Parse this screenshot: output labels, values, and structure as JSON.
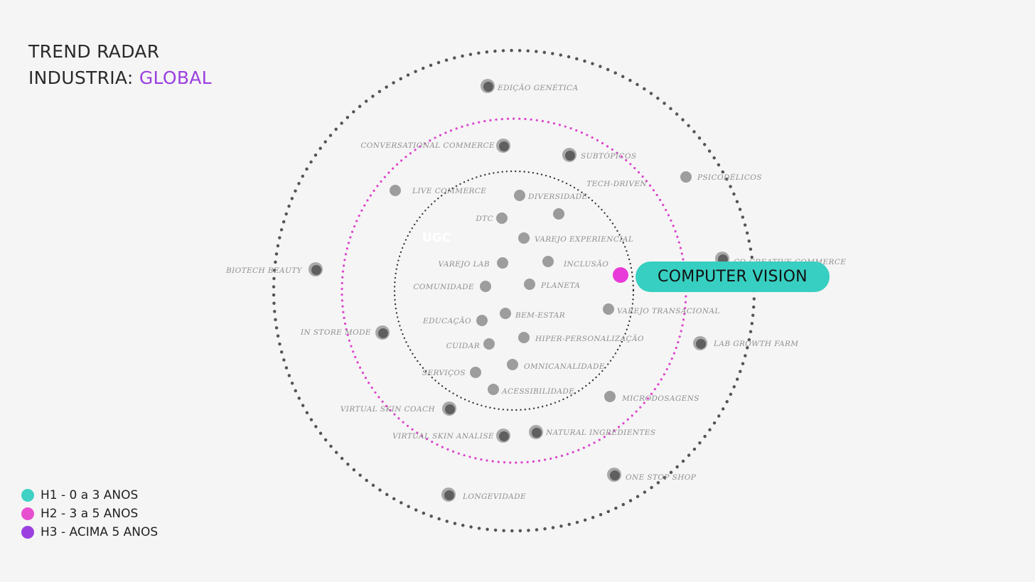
{
  "header": {
    "line1": "TREND RADAR",
    "line2_prefix": "INDUSTRIA: ",
    "line2_accent": "GLOBAL"
  },
  "colors": {
    "h1": "#3ed1c4",
    "h2": "#e84fd0",
    "h3": "#9b3fe0",
    "ring_outer": "#555555",
    "ring_middle": "#dd44cc",
    "ring_inner": "#333333",
    "highlight": "#e83ad8",
    "callout_bg": "#37cfc1"
  },
  "legend": [
    {
      "label": "H1 - 0 a 3 ANOS",
      "color": "#3ed1c4"
    },
    {
      "label": "H2 - 3 a 5 ANOS",
      "color": "#e84fd0"
    },
    {
      "label": "H3 - ACIMA 5 ANOS",
      "color": "#9b3fe0"
    }
  ],
  "callout": {
    "label": "COMPUTER VISION"
  },
  "center_label": "UGC",
  "trends": {
    "inner": [
      "DIVERSIDADE",
      "DTC",
      "VAREJO EXPERIENCIAL",
      "VAREJO LAB",
      "INCLUSÃO",
      "COMUNIDADE",
      "PLANETA",
      "EDUCAÇÃO",
      "BEM-ESTAR",
      "CUIDAR",
      "HIPER-PERSONALIZAÇÃO",
      "SERVIÇOS",
      "OMNICANALIDADE",
      "ACESSIBILIDADE",
      "VAREJO TRANSACIONAL"
    ],
    "middle": [
      "CONVERSATIONAL COMMERCE",
      "SUBTÓPICOS",
      "TECH-DRIVEN",
      "LIVE COMMERCE",
      "IN STORE MODE",
      "MICRODOSAGENS",
      "VIRTUAL SKIN COACH",
      "VIRTUAL SKIN ANALISE",
      "NATURAL INGREDIENTES"
    ],
    "outer": [
      "EDIÇÃO GENÉTICA",
      "PSICODÉLICOS",
      "CO-CREATIVE COMMERCE",
      "BIOTECH BEAUTY",
      "LAB GROWTH FARM",
      "ONE STOP SHOP",
      "LONGEVIDADE"
    ]
  }
}
